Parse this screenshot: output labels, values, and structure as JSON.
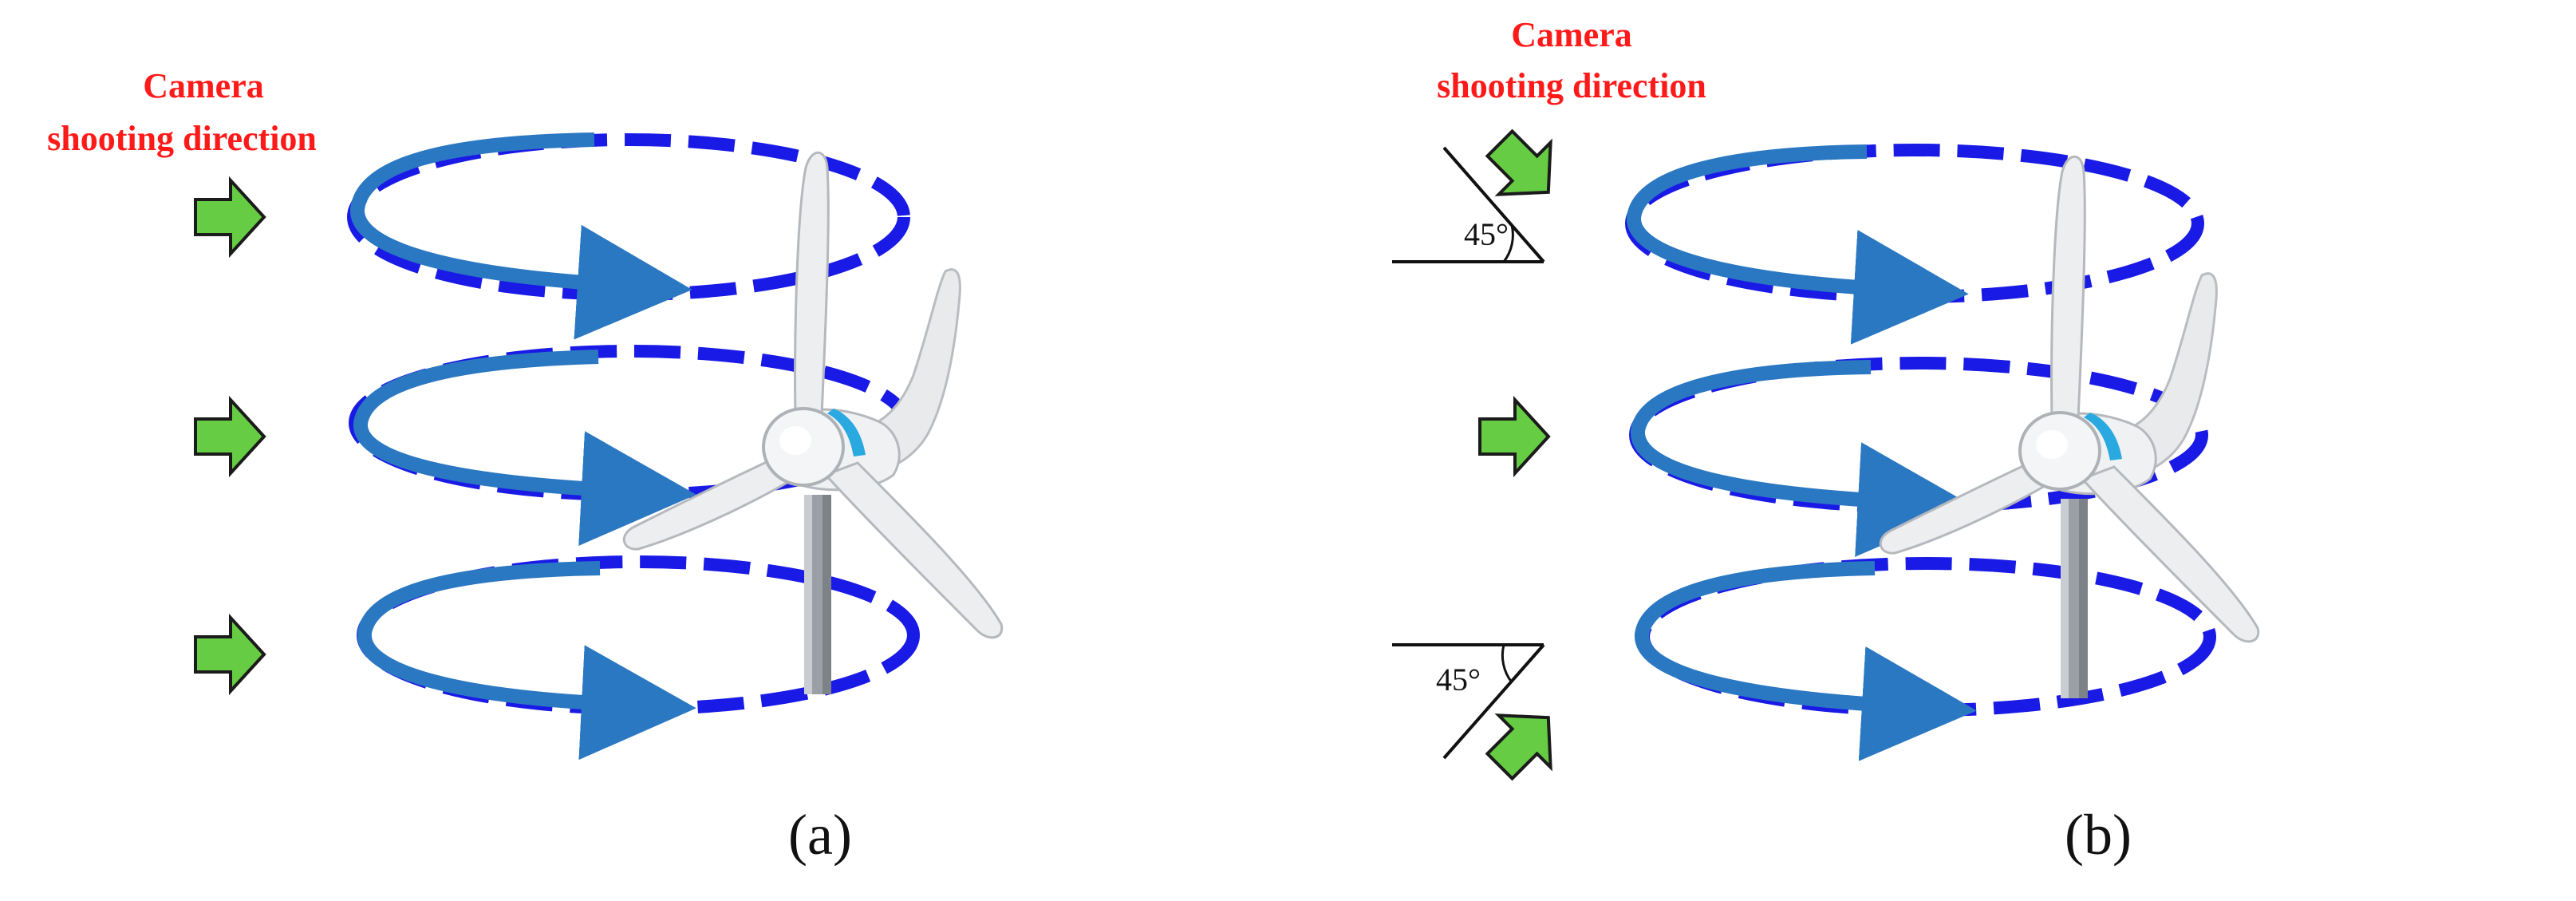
{
  "figure": {
    "panel_a": {
      "camera_label_line1": "Camera",
      "camera_label_line2": "shooting direction",
      "caption": "(a)"
    },
    "panel_b": {
      "camera_label_line1": "Camera",
      "camera_label_line2": "shooting direction",
      "angle_top": "45°",
      "angle_bottom": "45°",
      "caption": "(b)"
    }
  },
  "colors": {
    "orbit_dash": "#1a1ae6",
    "orbit_arc": "#2b78c2",
    "camera_arrow": "#66cc44",
    "label_red": "#ff1a1a"
  },
  "icons": [
    "camera-direction-arrow",
    "wind-turbine",
    "rotation-orbit"
  ]
}
